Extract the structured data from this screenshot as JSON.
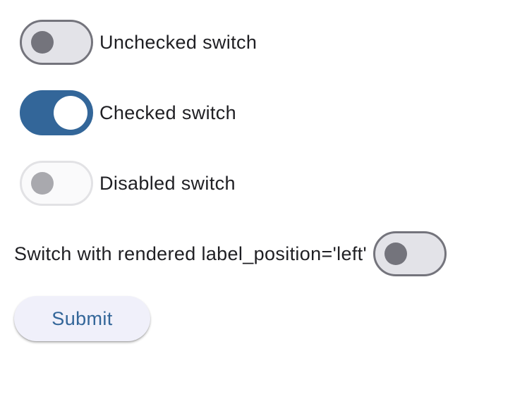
{
  "switches": [
    {
      "label": "Unchecked switch",
      "checked": false,
      "disabled": false,
      "label_position": "right"
    },
    {
      "label": "Checked switch",
      "checked": true,
      "disabled": false,
      "label_position": "right"
    },
    {
      "label": "Disabled switch",
      "checked": false,
      "disabled": true,
      "label_position": "right"
    },
    {
      "label": "Switch with rendered label_position='left'",
      "checked": false,
      "disabled": false,
      "label_position": "left"
    }
  ],
  "submit": {
    "label": "Submit"
  },
  "colors": {
    "accent": "#336699",
    "track_off": "#e3e3e8",
    "outline_off": "#74747c",
    "disabled_thumb": "#a9a9ae",
    "button_bg": "#f0f0fa"
  }
}
